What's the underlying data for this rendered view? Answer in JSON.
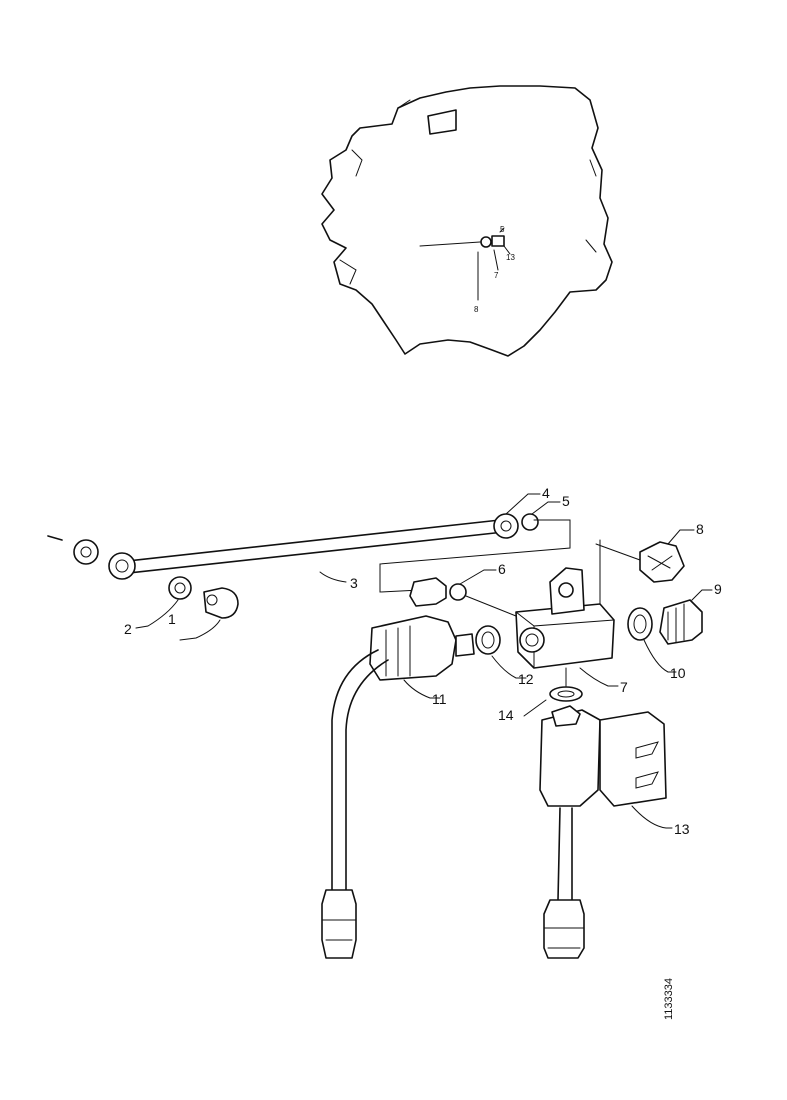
{
  "figure": {
    "drawing_number": "1133334",
    "overview_labels": [
      "5",
      "13",
      "7",
      "8"
    ],
    "callouts": [
      "1",
      "2",
      "3",
      "4",
      "5",
      "6",
      "7",
      "8",
      "9",
      "10",
      "11",
      "12",
      "13",
      "14"
    ]
  }
}
